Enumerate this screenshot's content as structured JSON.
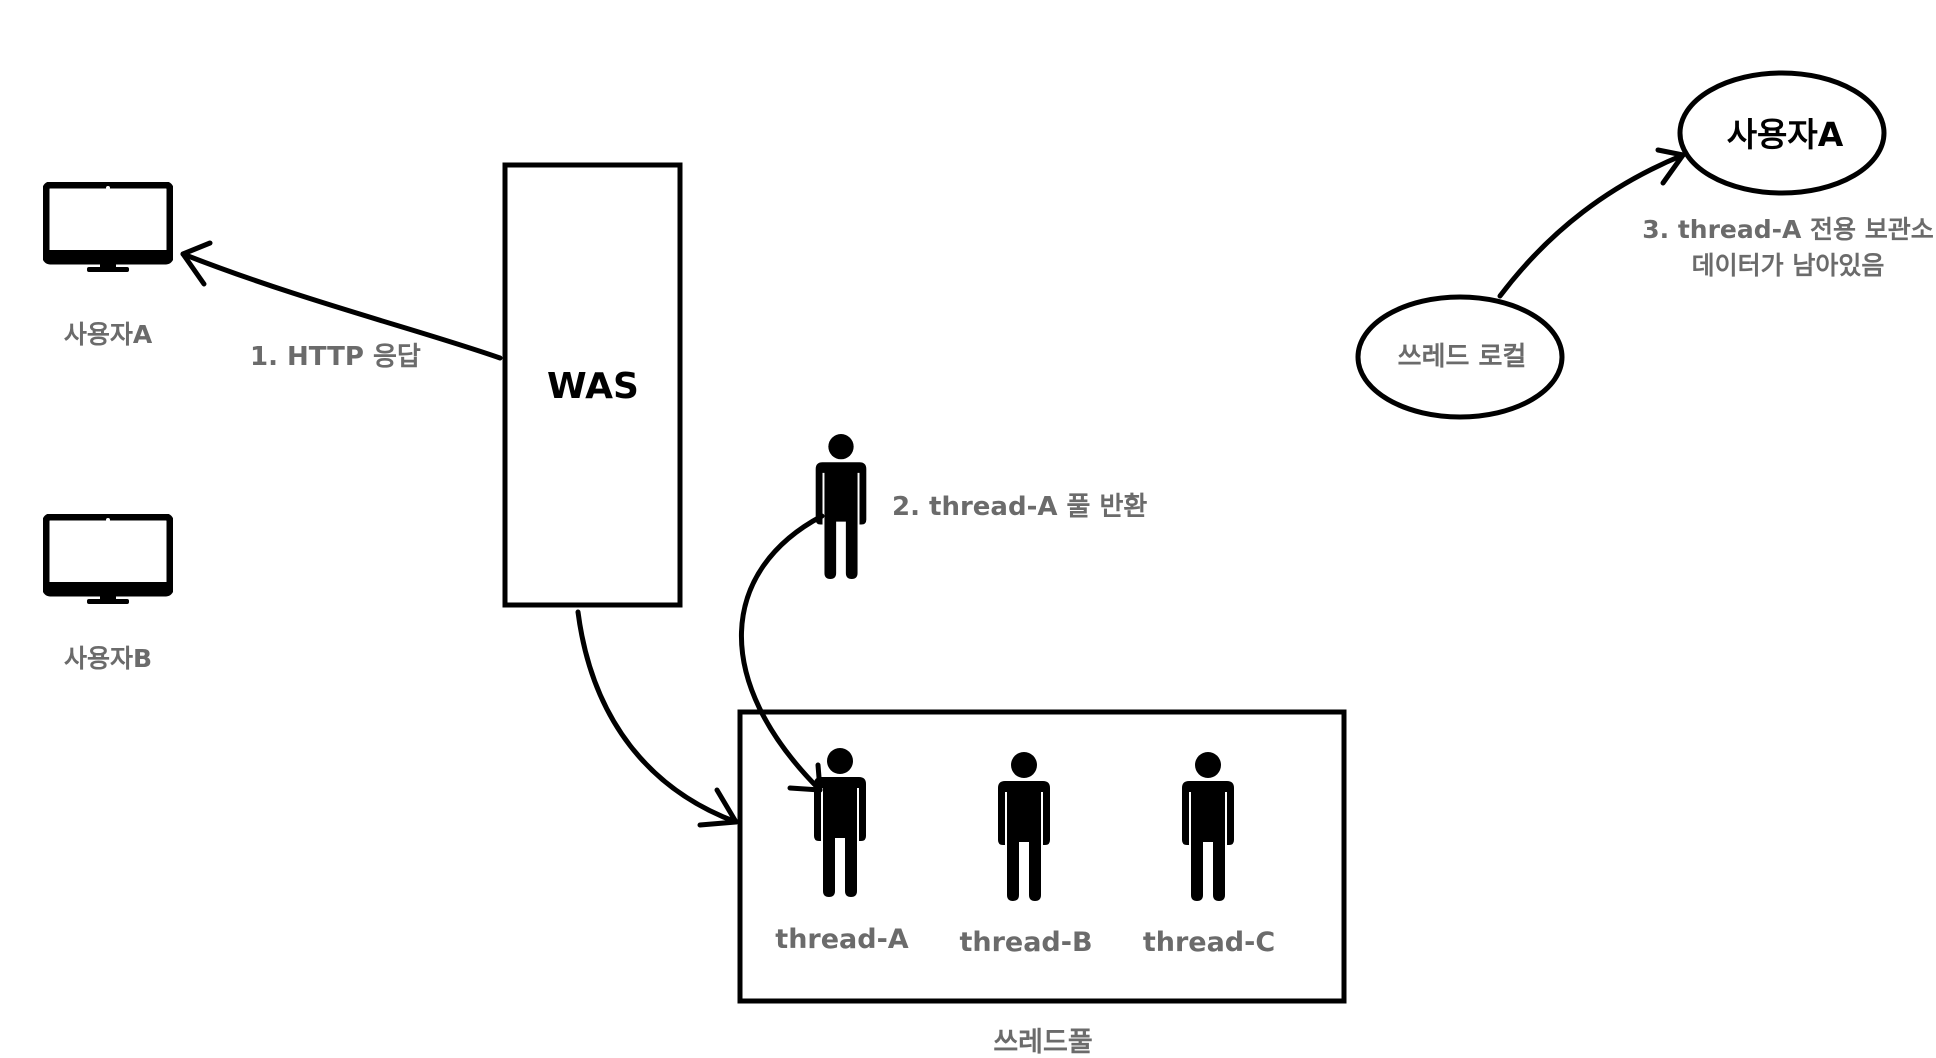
{
  "clients": [
    {
      "id": "user-a",
      "label": "사용자A"
    },
    {
      "id": "user-b",
      "label": "사용자B"
    }
  ],
  "was": {
    "label": "WAS"
  },
  "thread_pool": {
    "label": "쓰레드풀",
    "threads": [
      "thread-A",
      "thread-B",
      "thread-C"
    ]
  },
  "steps": {
    "step1": "1. HTTP 응답",
    "step2": "2. thread-A 풀 반환",
    "step3_line1": "3. thread-A 전용 보관소",
    "step3_line2": "데이터가 남아있음"
  },
  "thread_local": {
    "label": "쓰레드 로컬"
  },
  "stored_value": {
    "label": "사용자A"
  },
  "icons": {
    "client": "monitor-icon",
    "thread": "person-icon"
  },
  "colors": {
    "stroke": "#000000",
    "label": "#6b6b6b",
    "background": "#ffffff"
  }
}
